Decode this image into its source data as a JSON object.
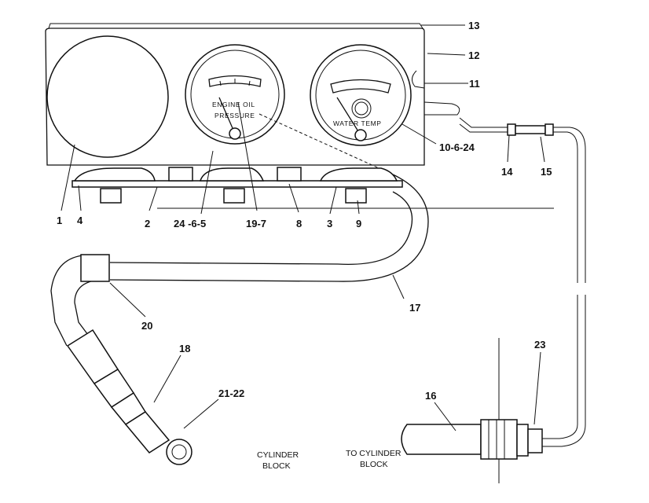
{
  "gauges": {
    "oil_pressure_label_line1": "ENGINE OIL",
    "oil_pressure_label_line2": "PRESSURE",
    "water_temp_label": "WATER TEMP"
  },
  "callouts": [
    "1",
    "2",
    "3",
    "4",
    "8",
    "9",
    "11",
    "12",
    "13",
    "14",
    "15",
    "16",
    "17",
    "18",
    "20",
    "23"
  ],
  "callout_labels": {
    "c1": "1",
    "c2": "2",
    "c3": "3",
    "c4": "4",
    "c24_6_5": "24 -6-5",
    "c19_7": "19-7",
    "c8": "8",
    "c9": "9",
    "c10_6_24": "10-6-24",
    "c11": "11",
    "c12": "12",
    "c13": "13",
    "c14": "14",
    "c15": "15",
    "c16": "16",
    "c17": "17",
    "c18": "18",
    "c20": "20",
    "c21_22": "21-22",
    "c23": "23"
  },
  "notes": {
    "cylinder_block_left_line1": "CYLINDER",
    "cylinder_block_left_line2": "BLOCK",
    "cylinder_block_right_line1": "TO CYLINDER",
    "cylinder_block_right_line2": "BLOCK"
  }
}
